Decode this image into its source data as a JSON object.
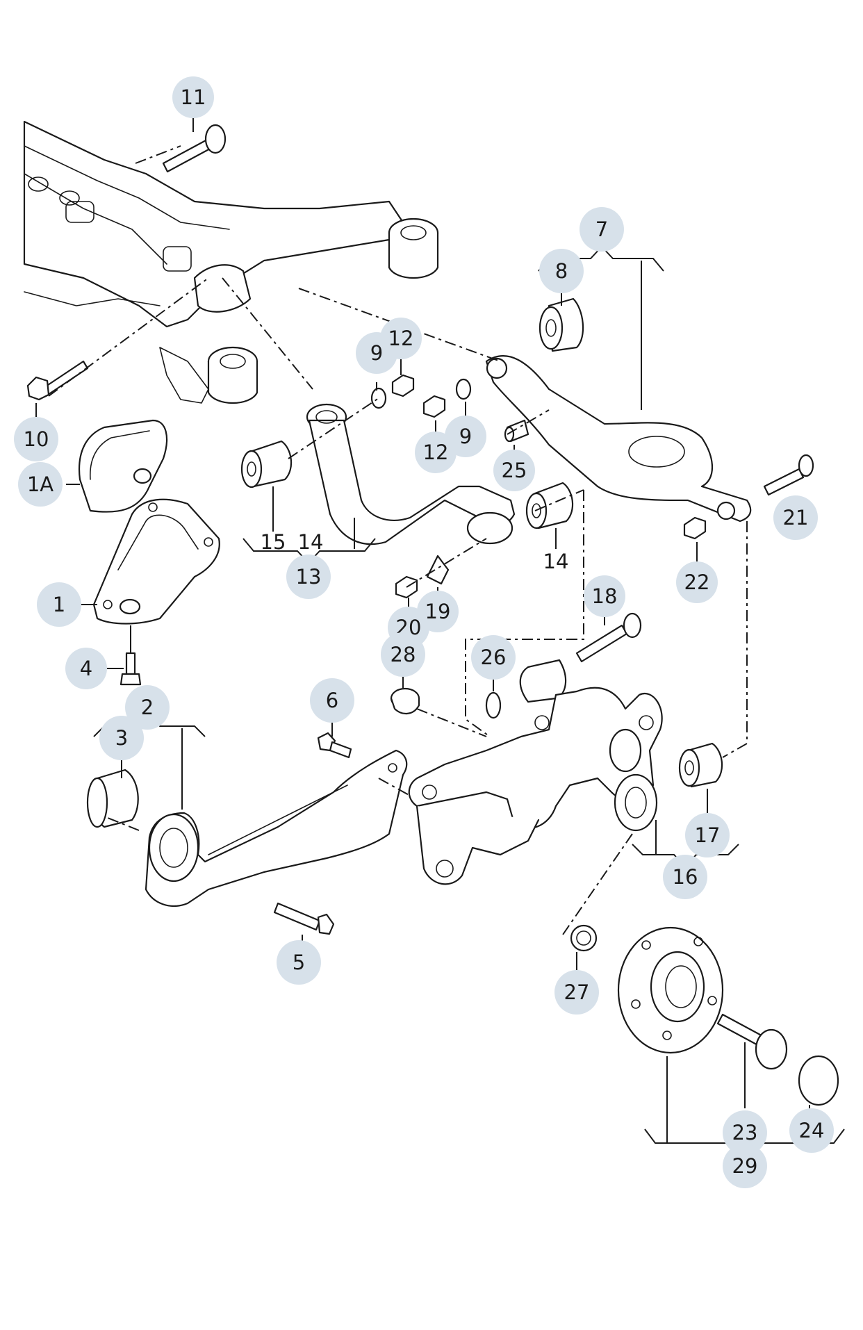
{
  "diagram": {
    "colors": {
      "callout_background": "#d7e1ea",
      "line": "#1a1a1a",
      "background": "#ffffff"
    },
    "callouts": [
      {
        "id": "c11",
        "label": "11"
      },
      {
        "id": "c7",
        "label": "7"
      },
      {
        "id": "c8",
        "label": "8"
      },
      {
        "id": "c9a",
        "label": "9"
      },
      {
        "id": "c12a",
        "label": "12"
      },
      {
        "id": "c12b",
        "label": "12"
      },
      {
        "id": "c9b",
        "label": "9"
      },
      {
        "id": "c25",
        "label": "25"
      },
      {
        "id": "c10",
        "label": "10"
      },
      {
        "id": "c1A",
        "label": "1A"
      },
      {
        "id": "c15",
        "label": "15"
      },
      {
        "id": "c14a",
        "label": "14"
      },
      {
        "id": "c13",
        "label": "13"
      },
      {
        "id": "c14b",
        "label": "14"
      },
      {
        "id": "c21",
        "label": "21"
      },
      {
        "id": "c22",
        "label": "22"
      },
      {
        "id": "c1",
        "label": "1"
      },
      {
        "id": "c20",
        "label": "20"
      },
      {
        "id": "c19",
        "label": "19"
      },
      {
        "id": "c18",
        "label": "18"
      },
      {
        "id": "c28",
        "label": "28"
      },
      {
        "id": "c26",
        "label": "26"
      },
      {
        "id": "c4",
        "label": "4"
      },
      {
        "id": "c2",
        "label": "2"
      },
      {
        "id": "c6",
        "label": "6"
      },
      {
        "id": "c3",
        "label": "3"
      },
      {
        "id": "c17",
        "label": "17"
      },
      {
        "id": "c16",
        "label": "16"
      },
      {
        "id": "c5",
        "label": "5"
      },
      {
        "id": "c27",
        "label": "27"
      },
      {
        "id": "c23",
        "label": "23"
      },
      {
        "id": "c24",
        "label": "24"
      },
      {
        "id": "c29",
        "label": "29"
      }
    ]
  }
}
